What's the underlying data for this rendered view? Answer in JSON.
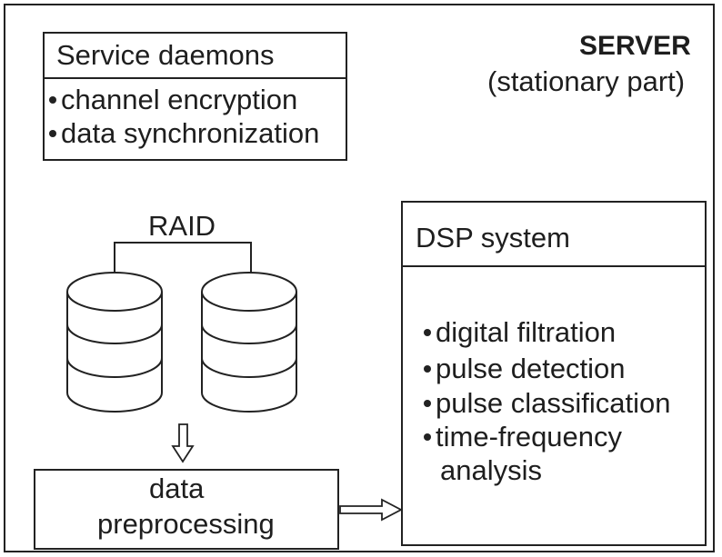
{
  "server": {
    "title": "SERVER",
    "subtitle": "(stationary part)"
  },
  "service_daemons": {
    "title": "Service daemons",
    "items": [
      "channel encryption",
      "data synchronization"
    ]
  },
  "raid": {
    "label": "RAID"
  },
  "preprocessing": {
    "line1": "data",
    "line2": "preprocessing"
  },
  "dsp": {
    "title": "DSP system",
    "items": [
      "digital filtration",
      "pulse detection",
      "pulse classification",
      "time-frequency"
    ],
    "item4_continuation": "analysis"
  }
}
